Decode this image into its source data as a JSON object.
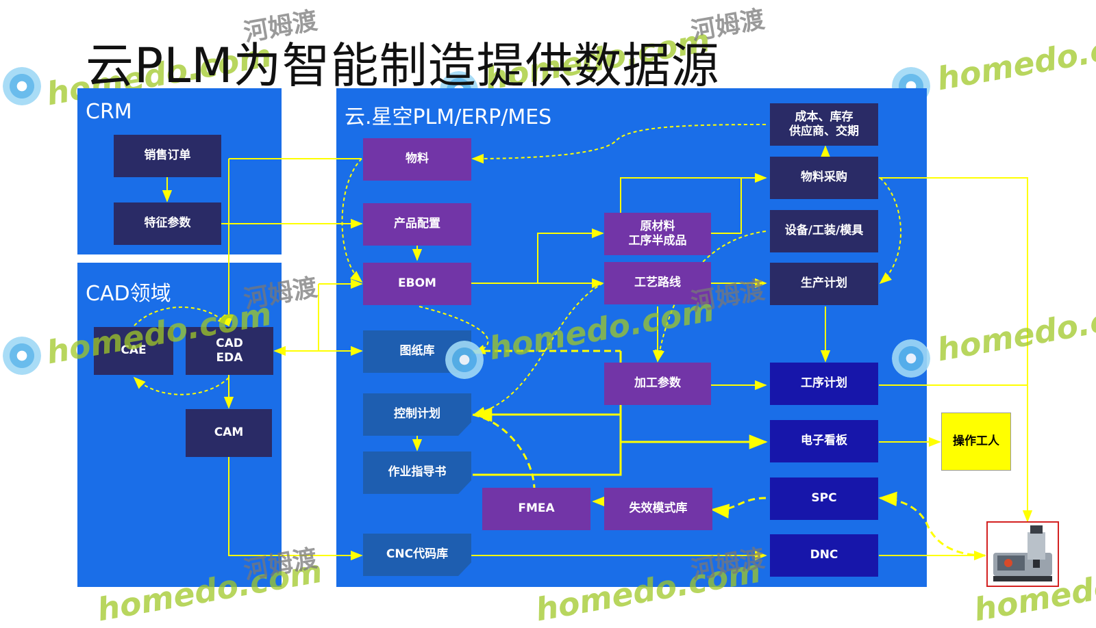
{
  "title": "云PLM为智能制造提供数据源",
  "panels": {
    "crm": "CRM",
    "cad": "CAD领域",
    "main": "云.星空PLM/ERP/MES"
  },
  "nodes": {
    "sales_order": "销售订单",
    "feature_params": "特征参数",
    "cae": "CAE",
    "cad_eda": "CAD\nEDA",
    "cam": "CAM",
    "material": "物料",
    "product_config": "产品配置",
    "ebom": "EBOM",
    "drawing_lib": "图纸库",
    "control_plan": "控制计划",
    "work_instruction": "作业指导书",
    "cnc_code_lib": "CNC代码库",
    "fmea": "FMEA",
    "failure_mode_lib": "失效模式库",
    "raw_material": "原材料\n工序半成品",
    "process_route": "工艺路线",
    "machining_params": "加工参数",
    "cost_inventory": "成本、库存\n供应商、交期",
    "procurement": "物料采购",
    "equipment": "设备/工装/模具",
    "production_plan": "生产计划",
    "operation_plan": "工序计划",
    "e_board": "电子看板",
    "spc": "SPC",
    "dnc": "DNC",
    "operator": "操作工人"
  },
  "watermarks": {
    "en": "homedo.com",
    "cn": "河姆渡"
  },
  "icons": [
    "homedo-flower-icon",
    "cnc-machine-icon"
  ],
  "colors": {
    "panel": "#1a6ee8",
    "navy": "#2a2b66",
    "purple": "#7235a7",
    "dark_blue": "#1716aa",
    "connector": "#ffff00"
  }
}
